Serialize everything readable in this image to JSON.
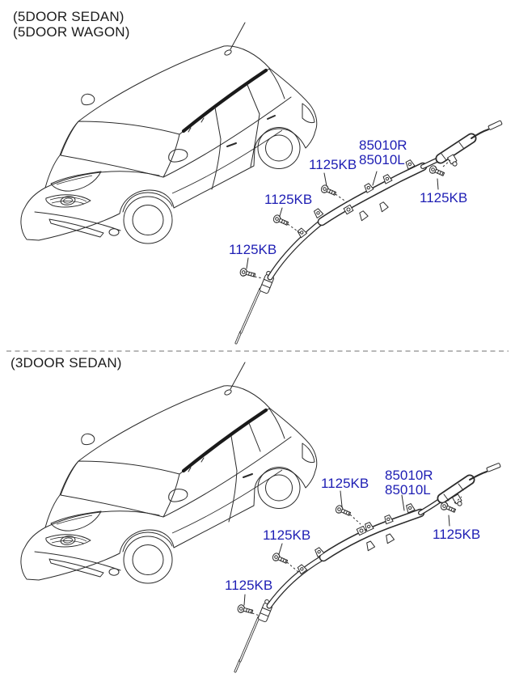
{
  "colors": {
    "background": "#ffffff",
    "label_blue": "#1e1eb4",
    "line": "#2b2b2b",
    "divider": "#8d8d8d",
    "airbag_band": "#1a1a1a"
  },
  "top_section": {
    "variant_lines": [
      "(5DOOR SEDAN)",
      "(5DOOR WAGON)"
    ],
    "airbag_code_r": "85010R",
    "airbag_code_l": "85010L",
    "bolt_labels": [
      "1125KB",
      "1125KB",
      "1125KB",
      "1125KB"
    ]
  },
  "bottom_section": {
    "variant_lines": [
      "(3DOOR SEDAN)"
    ],
    "airbag_code_r": "85010R",
    "airbag_code_l": "85010L",
    "bolt_labels": [
      "1125KB",
      "1125KB",
      "1125KB",
      "1125KB"
    ]
  }
}
